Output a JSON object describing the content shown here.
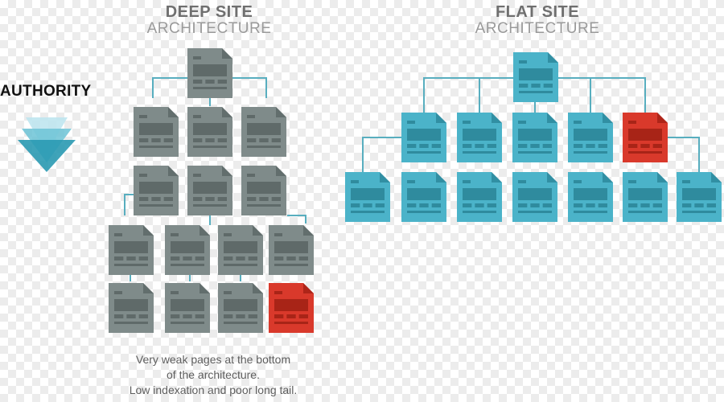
{
  "authority_label": "AUTHORITY",
  "deep": {
    "title_bold": "DEEP SITE",
    "title_light": "ARCHITECTURE",
    "caption": [
      "Very weak pages at the bottom",
      "of the architecture.",
      "Low indexation and poor long tail."
    ]
  },
  "flat": {
    "title_bold": "FLAT SITE",
    "title_light": "ARCHITECTURE"
  },
  "colors": {
    "deep_page": "#7f8b8a",
    "deep_page_dark": "#5f6a69",
    "flat_page": "#4bb3c9",
    "flat_page_dark": "#2f8b9e",
    "weak_page": "#d9392b",
    "weak_page_dark": "#a82417",
    "connector": "#58aebf",
    "arrow_light": "#bfe6ef",
    "arrow_mid": "#6cc3d6",
    "arrow_dark": "#2a9ab3"
  },
  "icons": [
    "document-page-icon",
    "authority-arrow-icon"
  ]
}
